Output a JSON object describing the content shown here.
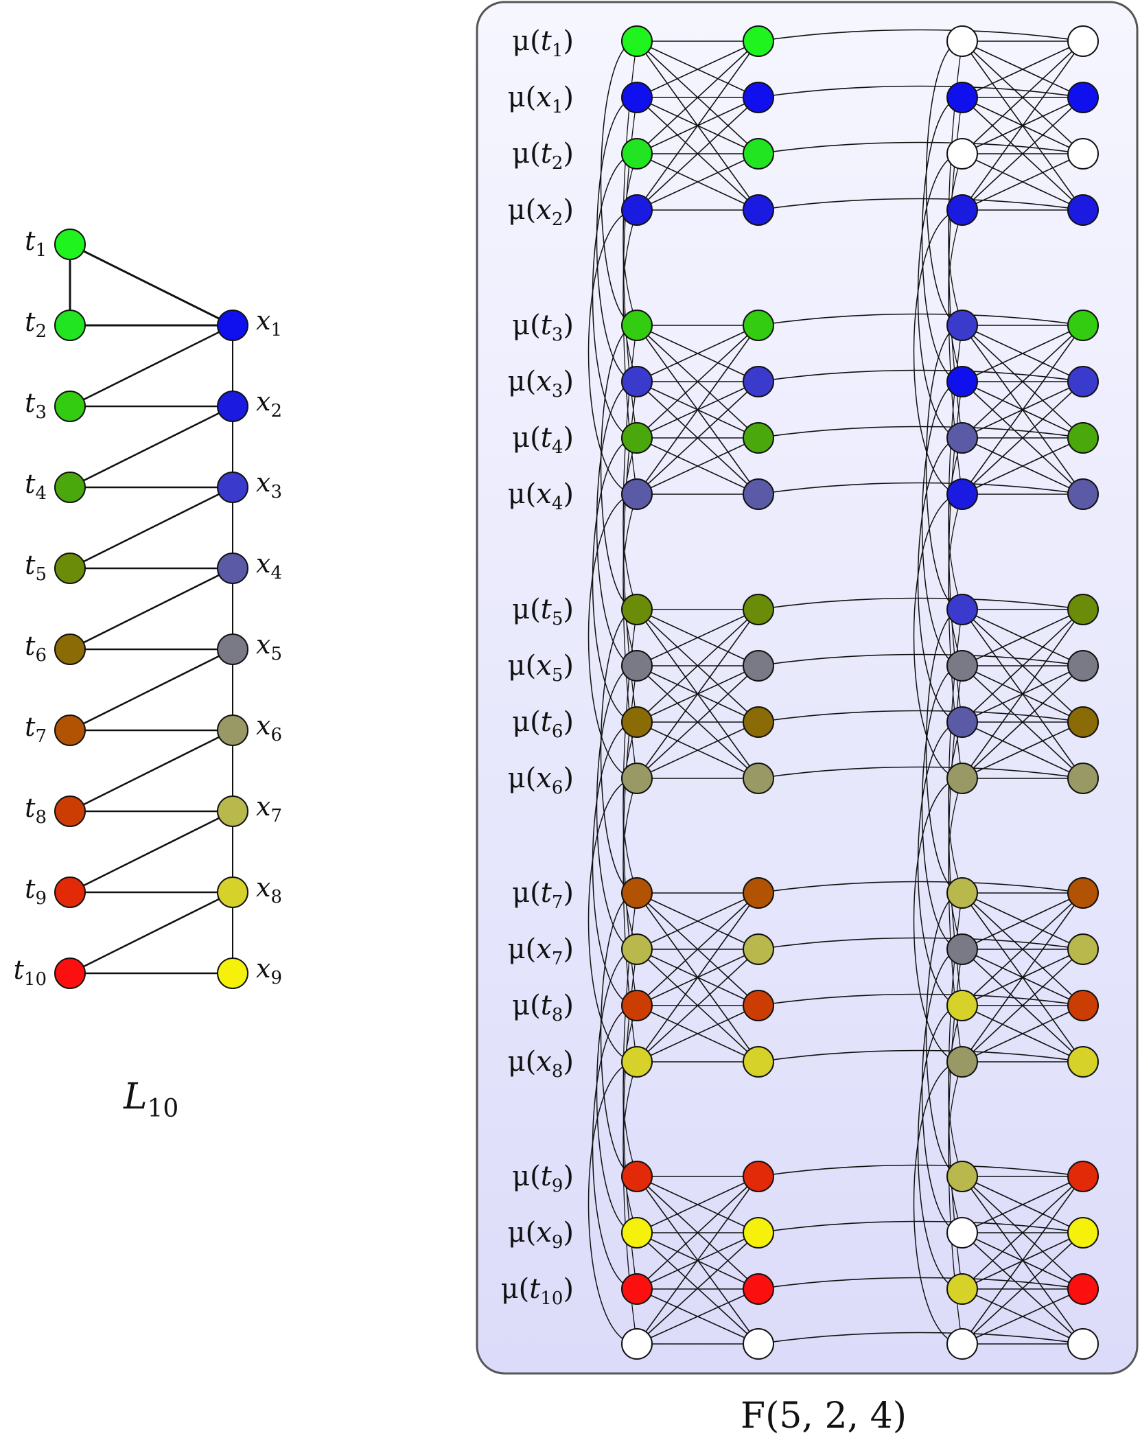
{
  "left_graph": {
    "caption_base": "L",
    "caption_sub": "10",
    "t_nodes": [
      {
        "letter": "t",
        "sub": "1",
        "color": "#1ff41f"
      },
      {
        "letter": "t",
        "sub": "2",
        "color": "#22e522"
      },
      {
        "letter": "t",
        "sub": "3",
        "color": "#33cc11"
      },
      {
        "letter": "t",
        "sub": "4",
        "color": "#4aa80c"
      },
      {
        "letter": "t",
        "sub": "5",
        "color": "#6a8c08"
      },
      {
        "letter": "t",
        "sub": "6",
        "color": "#8a6b05"
      },
      {
        "letter": "t",
        "sub": "7",
        "color": "#b25203"
      },
      {
        "letter": "t",
        "sub": "8",
        "color": "#cc3d03"
      },
      {
        "letter": "t",
        "sub": "9",
        "color": "#e22a08"
      },
      {
        "letter": "t",
        "sub": "10",
        "color": "#fb0f0f"
      }
    ],
    "x_nodes": [
      {
        "letter": "x",
        "sub": "1",
        "color": "#1010ee"
      },
      {
        "letter": "x",
        "sub": "2",
        "color": "#1a1ae0"
      },
      {
        "letter": "x",
        "sub": "3",
        "color": "#3a3acc"
      },
      {
        "letter": "x",
        "sub": "4",
        "color": "#5a5aa6"
      },
      {
        "letter": "x",
        "sub": "5",
        "color": "#7a7a86"
      },
      {
        "letter": "x",
        "sub": "6",
        "color": "#999966"
      },
      {
        "letter": "x",
        "sub": "7",
        "color": "#b8b84c"
      },
      {
        "letter": "x",
        "sub": "8",
        "color": "#d6d22a"
      },
      {
        "letter": "x",
        "sub": "9",
        "color": "#f6f10a"
      }
    ]
  },
  "right_graph": {
    "caption": "F(5, 2, 4)",
    "panel_fill_top": "#f6f6ff",
    "panel_fill_bottom": "#dcdcfa",
    "row_labels": [
      {
        "fn": "μ(",
        "letter": "t",
        "sub": "1",
        "close": ")"
      },
      {
        "fn": "μ(",
        "letter": "x",
        "sub": "1",
        "close": ")"
      },
      {
        "fn": "μ(",
        "letter": "t",
        "sub": "2",
        "close": ")"
      },
      {
        "fn": "μ(",
        "letter": "x",
        "sub": "2",
        "close": ")"
      },
      {
        "fn": "μ(",
        "letter": "t",
        "sub": "3",
        "close": ")"
      },
      {
        "fn": "μ(",
        "letter": "x",
        "sub": "3",
        "close": ")"
      },
      {
        "fn": "μ(",
        "letter": "t",
        "sub": "4",
        "close": ")"
      },
      {
        "fn": "μ(",
        "letter": "x",
        "sub": "4",
        "close": ")"
      },
      {
        "fn": "μ(",
        "letter": "t",
        "sub": "5",
        "close": ")"
      },
      {
        "fn": "μ(",
        "letter": "x",
        "sub": "5",
        "close": ")"
      },
      {
        "fn": "μ(",
        "letter": "t",
        "sub": "6",
        "close": ")"
      },
      {
        "fn": "μ(",
        "letter": "x",
        "sub": "6",
        "close": ")"
      },
      {
        "fn": "μ(",
        "letter": "t",
        "sub": "7",
        "close": ")"
      },
      {
        "fn": "μ(",
        "letter": "x",
        "sub": "7",
        "close": ")"
      },
      {
        "fn": "μ(",
        "letter": "t",
        "sub": "8",
        "close": ")"
      },
      {
        "fn": "μ(",
        "letter": "x",
        "sub": "8",
        "close": ")"
      },
      {
        "fn": "μ(",
        "letter": "t",
        "sub": "9",
        "close": ")"
      },
      {
        "fn": "μ(",
        "letter": "x",
        "sub": "9",
        "close": ")"
      },
      {
        "fn": "μ(",
        "letter": "t",
        "sub": "10",
        "close": ")"
      }
    ],
    "col1_colors": [
      "#1ff41f",
      "#1010ee",
      "#22e522",
      "#1a1ae0",
      "#33cc11",
      "#3a3acc",
      "#4aa80c",
      "#5a5aa6",
      "#6a8c08",
      "#7a7a86",
      "#8a6b05",
      "#999966",
      "#b25203",
      "#b8b84c",
      "#cc3d03",
      "#d6d22a",
      "#e22a08",
      "#f6f10a",
      "#fb0f0f",
      "#ffffff"
    ],
    "col2_colors": [
      "#1ff41f",
      "#1010ee",
      "#22e522",
      "#1a1ae0",
      "#33cc11",
      "#3a3acc",
      "#4aa80c",
      "#5a5aa6",
      "#6a8c08",
      "#7a7a86",
      "#8a6b05",
      "#999966",
      "#b25203",
      "#b8b84c",
      "#cc3d03",
      "#d6d22a",
      "#e22a08",
      "#f6f10a",
      "#fb0f0f",
      "#ffffff"
    ],
    "col3_colors": [
      "#ffffff",
      "#1010ee",
      "#ffffff",
      "#1a1ae0",
      "#3a3acc",
      "#1010ee",
      "#5a5aa6",
      "#1a1ae0",
      "#3a3acc",
      "#7a7a86",
      "#5a5aa6",
      "#999966",
      "#b8b84c",
      "#7a7a86",
      "#d6d22a",
      "#999966",
      "#b8b84c",
      "#ffffff",
      "#d6d22a",
      "#ffffff"
    ],
    "col4_colors": [
      "#ffffff",
      "#1010ee",
      "#ffffff",
      "#1a1ae0",
      "#33cc11",
      "#3a3acc",
      "#4aa80c",
      "#5a5aa6",
      "#6a8c08",
      "#7a7a86",
      "#8a6b05",
      "#999966",
      "#b25203",
      "#b8b84c",
      "#cc3d03",
      "#d6d22a",
      "#e22a08",
      "#f6f10a",
      "#fb0f0f",
      "#ffffff"
    ]
  }
}
